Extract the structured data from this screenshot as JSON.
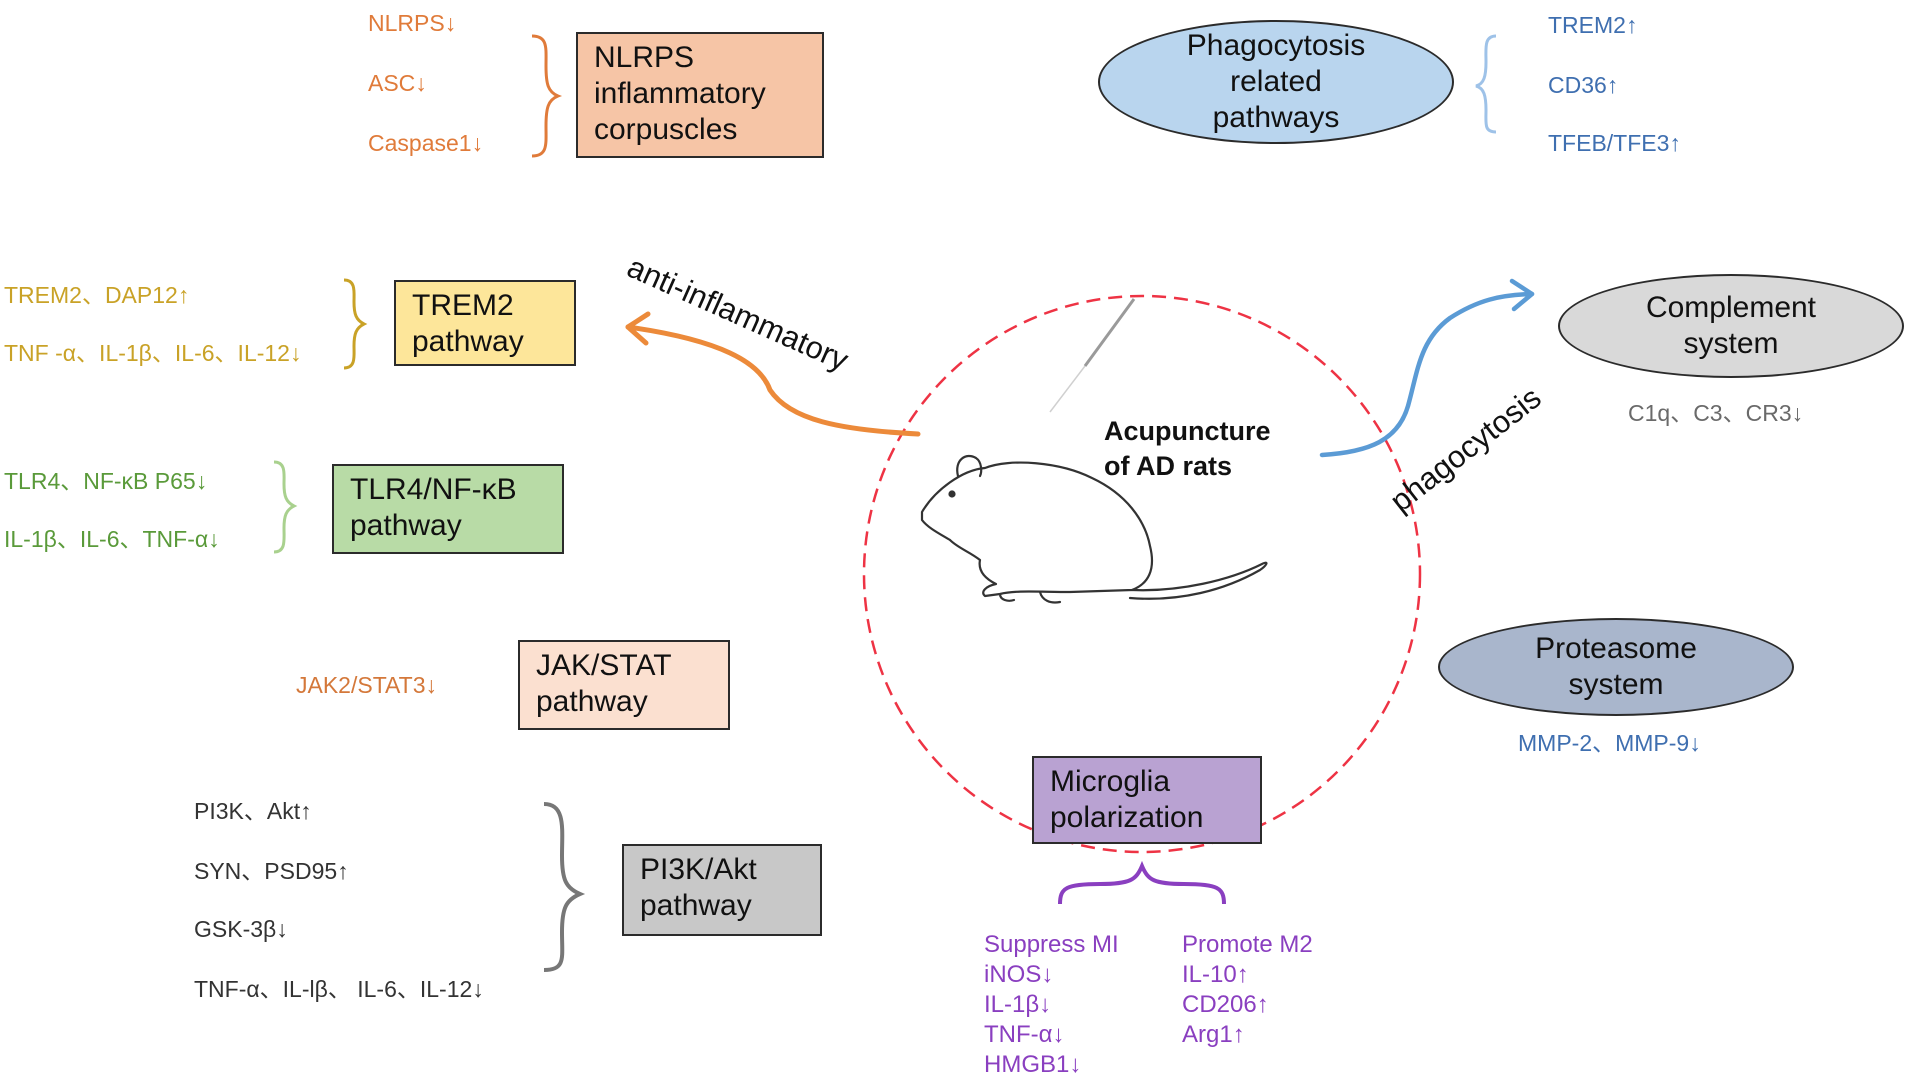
{
  "center": {
    "line1": "Acupuncture",
    "line2": "of AD rats"
  },
  "arrows": {
    "left": "anti-inflammatory",
    "right": "phagocytosis"
  },
  "nlrps": {
    "box": [
      "NLRPS",
      "inflammatory",
      "corpuscles"
    ],
    "items": [
      "NLRPS↓",
      "ASC↓",
      "Caspase1↓"
    ]
  },
  "trem2": {
    "box": [
      "TREM2",
      "pathway"
    ],
    "items": [
      "TREM2、DAP12↑",
      "TNF -α、IL-1β、IL-6、IL-12↓"
    ]
  },
  "tlr4": {
    "box": [
      "TLR4/NF-κB",
      "pathway"
    ],
    "items": [
      "TLR4、NF-κB P65↓",
      "IL-1β、IL-6、TNF-α↓"
    ]
  },
  "jak": {
    "box": [
      "JAK/STAT",
      "pathway"
    ],
    "item": "JAK2/STAT3↓"
  },
  "pi3k": {
    "box": [
      "PI3K/Akt",
      "pathway"
    ],
    "items": [
      "PI3K、Akt↑",
      "SYN、PSD95↑",
      "GSK-3β↓",
      "TNF-α、IL-lβ、 IL-6、IL-12↓"
    ]
  },
  "phago": {
    "ellipse": [
      "Phagocytosis",
      "related",
      "pathways"
    ],
    "items": [
      "TREM2↑",
      "CD36↑",
      "TFEB/TFE3↑"
    ]
  },
  "complement": {
    "ellipse": [
      "Complement",
      "system"
    ],
    "item": "C1q、C3、CR3↓"
  },
  "proteasome": {
    "ellipse": [
      "Proteasome",
      "system"
    ],
    "item": "MMP-2、MMP-9↓"
  },
  "microglia": {
    "box": [
      "Microglia",
      "polarization"
    ],
    "left": [
      "Suppress MI",
      "iNOS↓",
      "IL-1β↓",
      "TNF-α↓",
      "HMGB1↓"
    ],
    "right": [
      "Promote M2",
      "IL-10↑",
      "CD206↑",
      "Arg1↑"
    ]
  },
  "colors": {
    "nlrps_fill": "#f6c5a6",
    "trem2_fill": "#fde69a",
    "tlr4_fill": "#b8dba6",
    "jak_fill": "#fbe0d0",
    "pi3k_fill": "#c8c8c8",
    "microglia_fill": "#b9a2d2",
    "phago_fill": "#b9d5ee",
    "complement_fill": "#d9d9d9",
    "proteasome_fill": "#a9b6cc",
    "circle_stroke": "#ee3344",
    "arrow_orange": "#ec8a3a",
    "arrow_blue": "#5b9bd5"
  }
}
